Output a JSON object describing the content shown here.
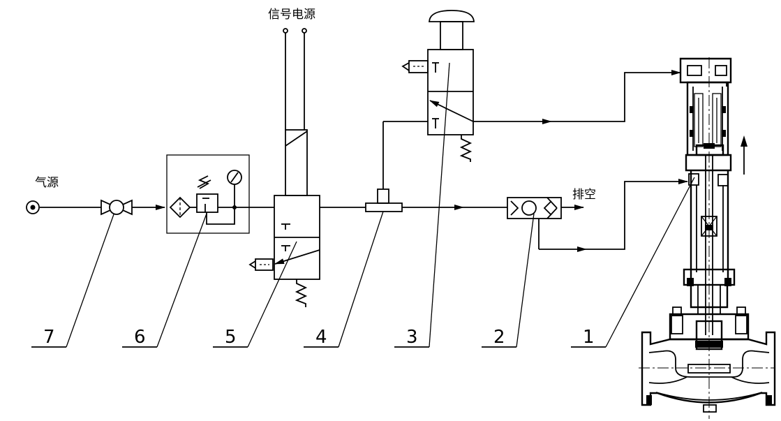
{
  "labels": {
    "air_source": "气源",
    "signal_power": "信号电源",
    "exhaust": "排空"
  },
  "components": [
    {
      "number": "7"
    },
    {
      "number": "6"
    },
    {
      "number": "5"
    },
    {
      "number": "4"
    },
    {
      "number": "3"
    },
    {
      "number": "2"
    },
    {
      "number": "1"
    }
  ]
}
